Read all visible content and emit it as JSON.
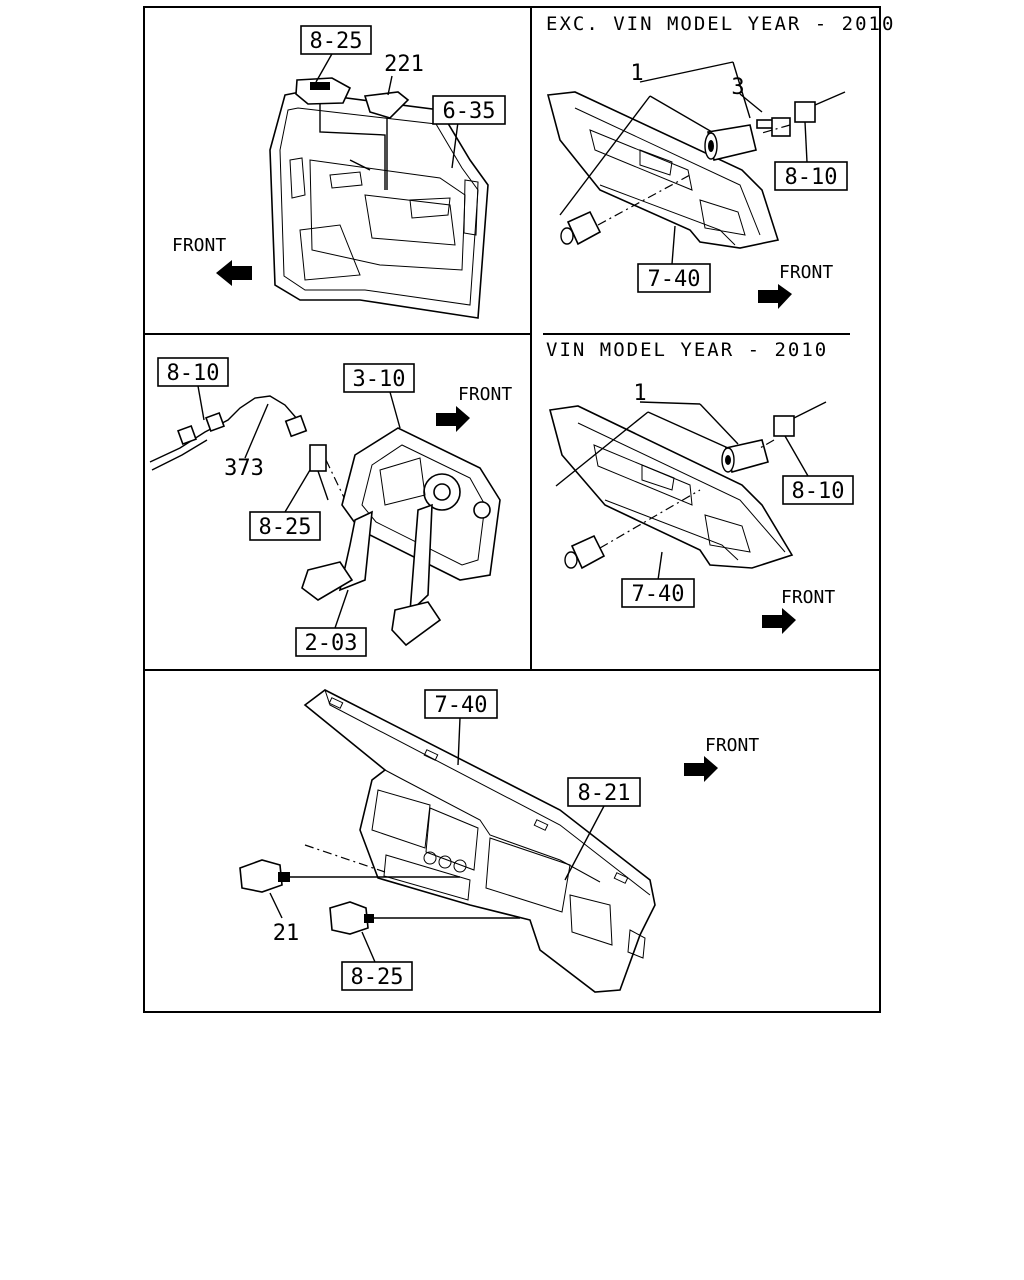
{
  "headers": {
    "exc_vin": "EXC. VIN MODEL YEAR - 2010",
    "vin": "VIN MODEL YEAR - 2010"
  },
  "labels": {
    "p1_8_25": "8-25",
    "p1_221": "221",
    "p1_6_35": "6-35",
    "p1_front": "FRONT",
    "p2_1": "1",
    "p2_3": "3",
    "p2_8_10": "8-10",
    "p2_7_40": "7-40",
    "p2_front": "FRONT",
    "p3_8_10": "8-10",
    "p3_3_10": "3-10",
    "p3_front": "FRONT",
    "p3_373": "373",
    "p3_8_25": "8-25",
    "p3_2_03": "2-03",
    "p4_1": "1",
    "p4_8_10": "8-10",
    "p4_7_40": "7-40",
    "p4_front": "FRONT",
    "p5_7_40": "7-40",
    "p5_front": "FRONT",
    "p5_8_21": "8-21",
    "p5_21": "21",
    "p5_8_25": "8-25"
  }
}
